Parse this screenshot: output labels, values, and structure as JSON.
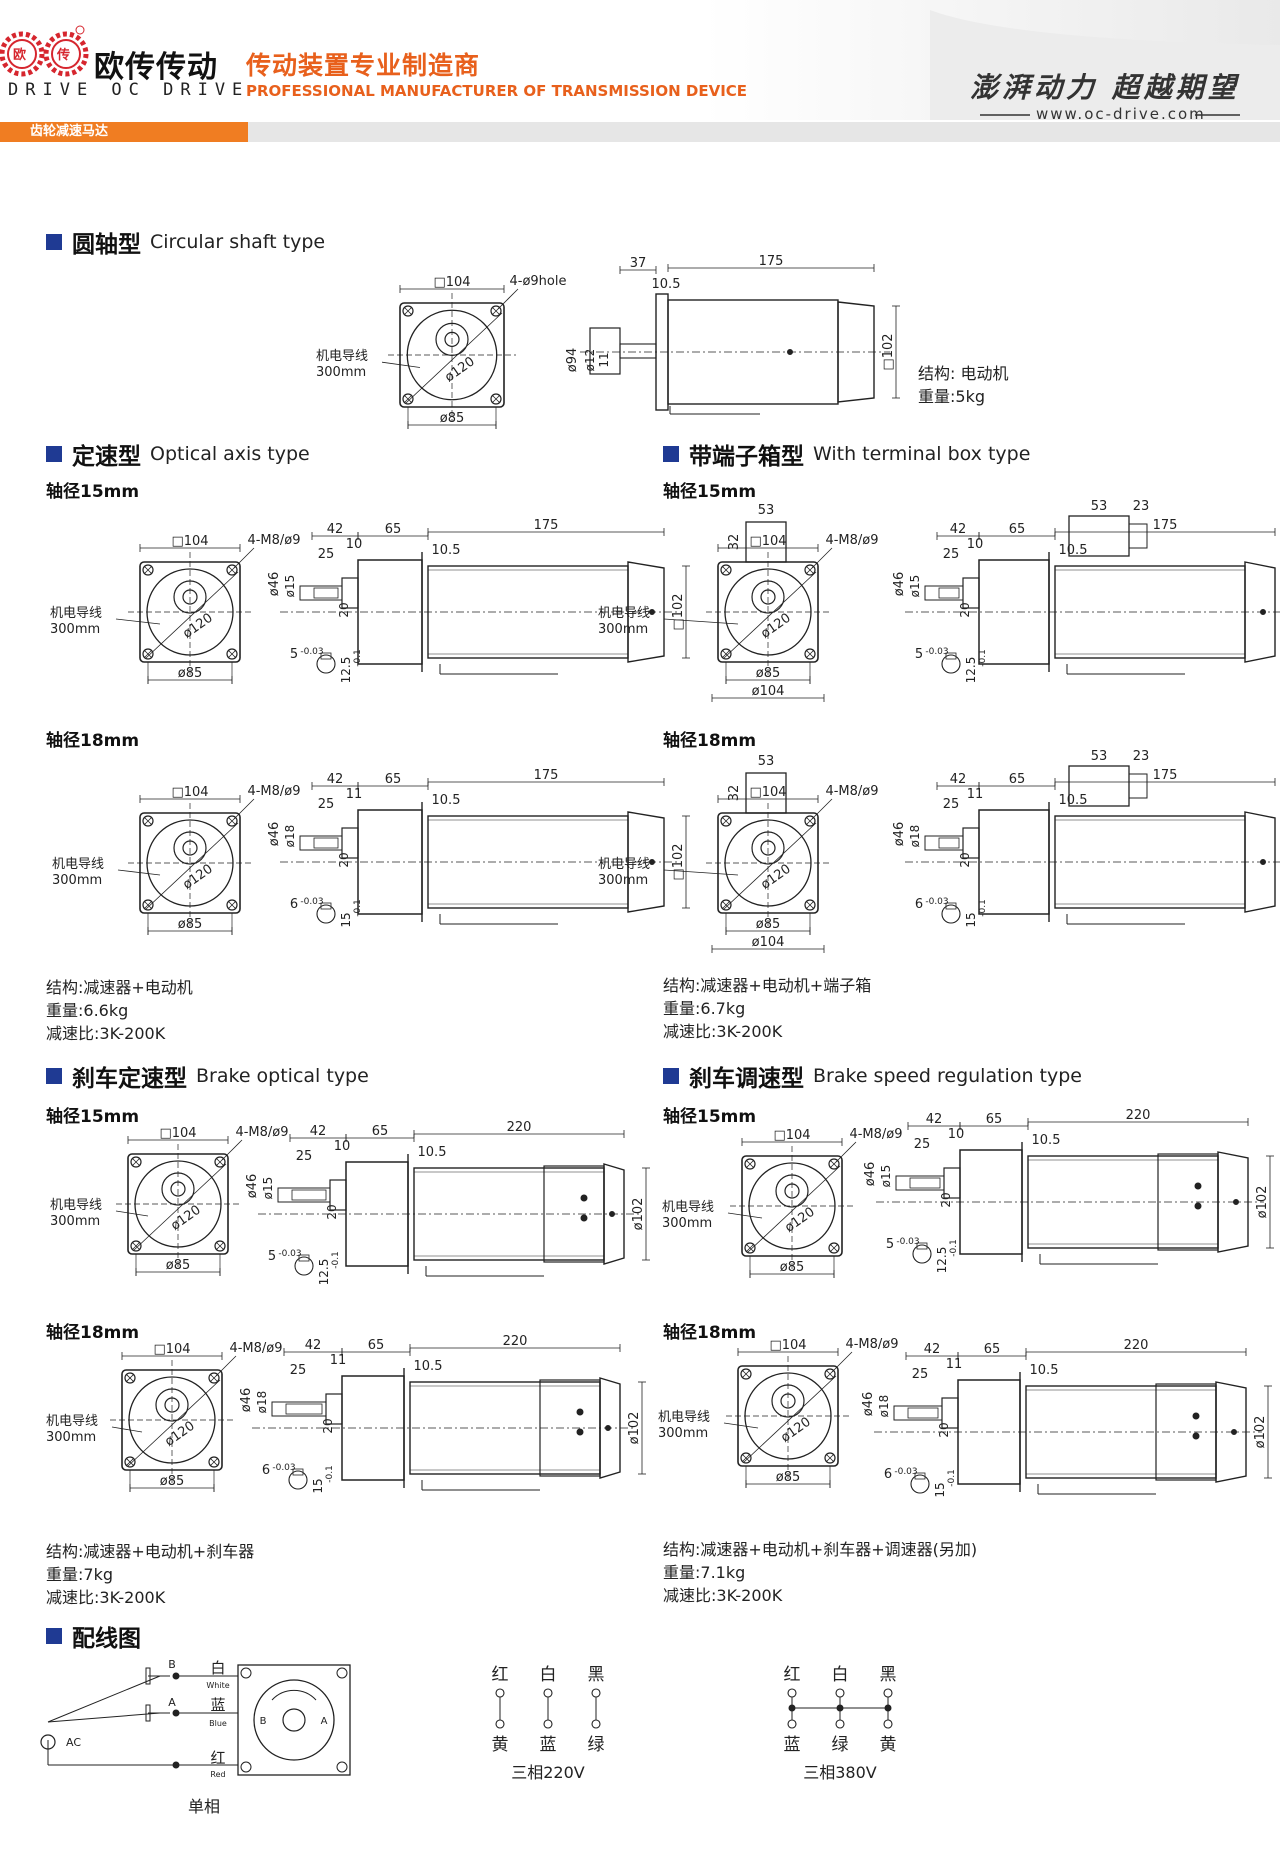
{
  "header": {
    "brand_cn": "欧传传动",
    "brand_en": "DRIVE OC DRIVE",
    "logo_left": "欧",
    "logo_right": "传",
    "tagline_cn": "传动装置专业制造商",
    "tagline_en": "PROFESSIONAL MANUFACTURER OF TRANSMISSION DEVICE",
    "slogan": "澎湃动力 超越期望",
    "url": "www.oc-drive.com",
    "category": "齿轮减速马达",
    "accent": "#e8601c",
    "title_square_color": "#1f3a93"
  },
  "sections": {
    "round_shaft": {
      "title_cn": "圆轴型",
      "title_en": "Circular shaft type",
      "front": {
        "size": "□104",
        "holes": "4-ø9hole",
        "wire": "机电导线",
        "wire_len": "300mm",
        "pcd": "ø120",
        "base": "ø85"
      },
      "side": {
        "d1": "37",
        "d2": "10.5",
        "length": "175",
        "d_outer": "ø94",
        "d_shaft1": "ø12",
        "d_shaft2": "11",
        "square": "□102"
      },
      "structure": "结构: 电动机",
      "weight": "重量:5kg"
    },
    "optical": {
      "title_cn": "定速型",
      "title_en": "Optical axis type",
      "structure": "结构:减速器+电动机",
      "weight": "重量:6.6kg",
      "ratio": "减速比:3K-200K"
    },
    "terminal": {
      "title_cn": "带端子箱型",
      "title_en": "With terminal box type",
      "structure": "结构:减速器+电动机+端子箱",
      "weight": "重量:6.7kg",
      "ratio": "减速比:3K-200K"
    },
    "brake_optical": {
      "title_cn": "刹车定速型",
      "title_en": "Brake optical type",
      "structure": "结构:减速器+电动机+刹车器",
      "weight": "重量:7kg",
      "ratio": "减速比:3K-200K"
    },
    "brake_speed": {
      "title_cn": "刹车调速型",
      "title_en": "Brake speed regulation type",
      "structure": "结构:减速器+电动机+刹车器+调速器(另加)",
      "weight": "重量:7.1kg",
      "ratio": "减速比:3K-200K"
    },
    "wiring": {
      "title_cn": "配线图"
    }
  },
  "diameters": {
    "d15": "轴径15mm",
    "d18": "轴径18mm"
  },
  "dims": {
    "sq104": "□104",
    "holes": "4-M8/ø9",
    "wire": "机电导线",
    "wire_len": "300mm",
    "pcd": "ø120",
    "base": "ø85",
    "outer104": "ø104",
    "l42": "42",
    "l25": "25",
    "l10": "10",
    "l11": "11",
    "l65": "65",
    "l105": "10.5",
    "l175": "175",
    "l220": "220",
    "l53": "53",
    "l32": "32",
    "l23": "23",
    "d46": "ø46",
    "d15": "ø15",
    "d18": "ø18",
    "d20": "20",
    "key5": "5",
    "key6": "6",
    "tol": "-0.03",
    "h125": "12.5",
    "h15": "15",
    "htol": "-0.1",
    "sq102": "□102",
    "dia102": "ø102"
  },
  "wiring": {
    "single": {
      "label": "单相",
      "B": "B",
      "A": "A",
      "ac": "AC",
      "w1_cn": "白",
      "w1_en": "White",
      "w2_cn": "蓝",
      "w2_en": "Blue",
      "w3_cn": "红",
      "w3_en": "Red",
      "motor_b": "B",
      "motor_a": "A"
    },
    "three220": {
      "label": "三相220V",
      "top": [
        "红",
        "白",
        "黑"
      ],
      "bottom": [
        "黄",
        "蓝",
        "绿"
      ]
    },
    "three380": {
      "label": "三相380V",
      "top": [
        "红",
        "白",
        "黑"
      ],
      "bottom": [
        "蓝",
        "绿",
        "黄"
      ]
    }
  }
}
